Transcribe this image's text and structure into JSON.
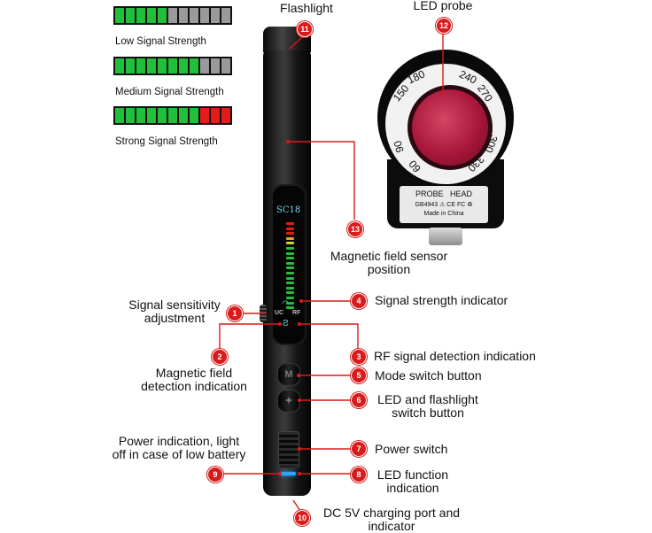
{
  "legend": [
    {
      "label": "Low Signal Strength",
      "segments": [
        "g",
        "g",
        "g",
        "g",
        "g",
        "n",
        "n",
        "n",
        "n",
        "n",
        "n"
      ]
    },
    {
      "label": "Medium Signal Strength",
      "segments": [
        "g",
        "g",
        "g",
        "g",
        "g",
        "g",
        "g",
        "g",
        "n",
        "n",
        "n"
      ]
    },
    {
      "label": "Strong Signal Strength",
      "segments": [
        "g",
        "g",
        "g",
        "g",
        "g",
        "g",
        "g",
        "g",
        "r",
        "r",
        "r"
      ]
    }
  ],
  "device": {
    "screen_text": "SC18",
    "screen_left_tag": "UC",
    "screen_right_tag": "RF",
    "btn_mode": "M",
    "btn_led": "✦"
  },
  "probe": {
    "title": "LED probe",
    "dial": [
      "150",
      "180",
      "240",
      "270",
      "300",
      "330",
      "60",
      "90"
    ],
    "plate_line1": "PROBE   HEAD",
    "plate_line2": "GB4943 ⚠ CE FC ♻",
    "plate_line3": "Made in China"
  },
  "callouts": [
    {
      "n": "1",
      "text": "Signal sensitivity\nadjustment"
    },
    {
      "n": "2",
      "text": "Magnetic field\ndetection indication"
    },
    {
      "n": "3",
      "text": "RF signal detection indication"
    },
    {
      "n": "4",
      "text": "Signal strength indicator"
    },
    {
      "n": "5",
      "text": "Mode switch button"
    },
    {
      "n": "6",
      "text": "LED and flashlight\nswitch button"
    },
    {
      "n": "7",
      "text": "Power switch"
    },
    {
      "n": "8",
      "text": "LED function\nindication"
    },
    {
      "n": "9",
      "text": "Power indication, light\noff in case of low battery"
    },
    {
      "n": "10",
      "text": "DC 5V charging port and\nindicator"
    },
    {
      "n": "11",
      "text": "Flashlight"
    },
    {
      "n": "12",
      "text": "LED probe"
    },
    {
      "n": "13",
      "text": "Magnetic field sensor\nposition"
    }
  ],
  "colors": {
    "callout_red": "#d91b1b",
    "bar_green": "#22c03a",
    "bar_red": "#e31b1b",
    "bar_off": "#9a9a9a"
  }
}
